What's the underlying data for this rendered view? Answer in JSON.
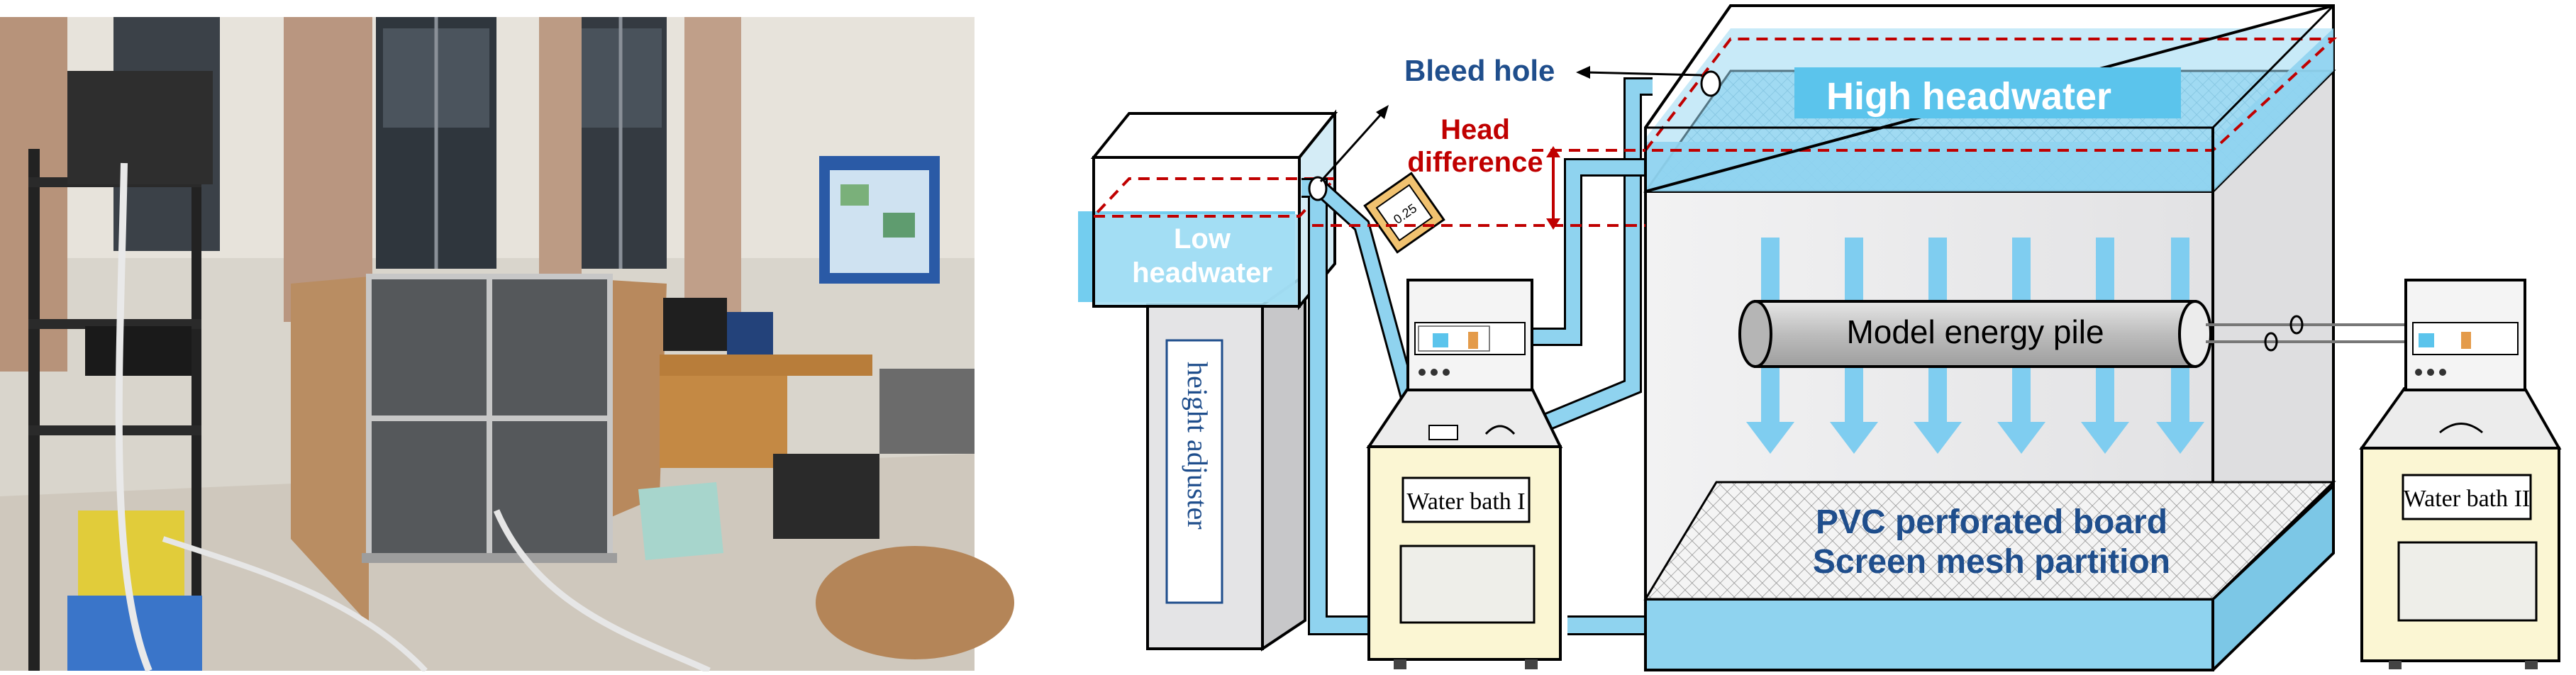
{
  "labels": {
    "bleed_hole": "Bleed hole",
    "head_difference_line1": "Head",
    "head_difference_line2": "difference",
    "high_headwater": "High headwater",
    "low_headwater_line1": "Low",
    "low_headwater_line2": "headwater",
    "height_adjuster": "height adjuster",
    "water_bath_1": "Water bath I",
    "water_bath_2": "Water bath II",
    "model_energy_pile": "Model energy pile",
    "pvc_board": "PVC perforated board",
    "screen_mesh": "Screen mesh partition",
    "gauge_reading": "0.25"
  },
  "colors": {
    "water": "#9ad9f2",
    "water_deep": "#5bc4ec",
    "pipe": "#8fd3ef",
    "arrow": "#7fcdf0",
    "label_blue": "#1f4e8c",
    "label_red": "#c00000",
    "bath_body": "#fbf6d3",
    "tank_glass": "#ececee",
    "pile": "#c9c9c9"
  }
}
